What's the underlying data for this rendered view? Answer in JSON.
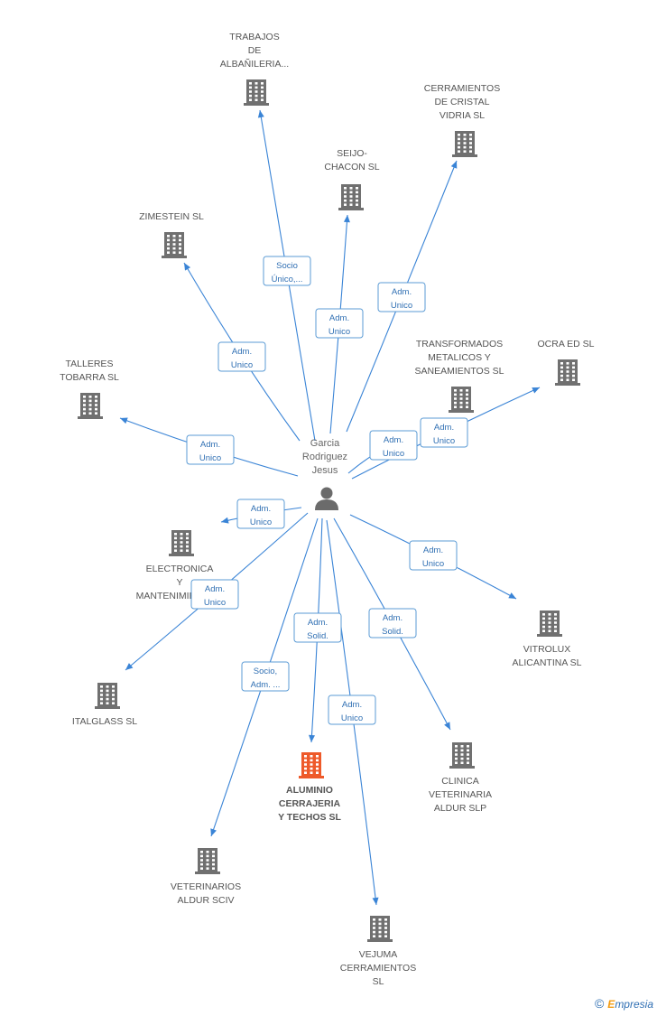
{
  "center": {
    "name_lines": [
      "Garcia",
      "Rodriguez",
      "Jesus"
    ]
  },
  "colors": {
    "building": "#707070",
    "highlight": "#ee5a2a",
    "edge": "#3a84d6",
    "person": "#6b6b6b"
  },
  "nodes": [
    {
      "id": "trabajos",
      "lines": [
        "TRABAJOS",
        "DE",
        "ALBAÑILERIA..."
      ],
      "main": false
    },
    {
      "id": "cerramientos",
      "lines": [
        "CERRAMIENTOS",
        "DE CRISTAL",
        "VIDRIA SL"
      ],
      "main": false
    },
    {
      "id": "seijo",
      "lines": [
        "SEIJO-",
        "CHACON SL"
      ],
      "main": false
    },
    {
      "id": "zimestein",
      "lines": [
        "ZIMESTEIN SL"
      ],
      "main": false
    },
    {
      "id": "transformados",
      "lines": [
        "TRANSFORMADOS",
        "METALICOS Y",
        "SANEAMIENTOS SL"
      ],
      "main": false
    },
    {
      "id": "ocra",
      "lines": [
        "OCRA ED SL"
      ],
      "main": false
    },
    {
      "id": "talleres",
      "lines": [
        "TALLERES",
        "TOBARRA SL"
      ],
      "main": false
    },
    {
      "id": "electronica",
      "lines": [
        "ELECTRONICA",
        "Y",
        "MANTENIMIENTO..."
      ],
      "main": false
    },
    {
      "id": "vitrolux",
      "lines": [
        "VITROLUX",
        "ALICANTINA SL"
      ],
      "main": false
    },
    {
      "id": "italglass",
      "lines": [
        "ITALGLASS SL"
      ],
      "main": false
    },
    {
      "id": "aluminio",
      "lines": [
        "ALUMINIO",
        "CERRAJERIA",
        "Y TECHOS SL"
      ],
      "main": true
    },
    {
      "id": "clinica",
      "lines": [
        "CLINICA",
        "VETERINARIA",
        "ALDUR SLP"
      ],
      "main": false
    },
    {
      "id": "veterinarios",
      "lines": [
        "VETERINARIOS",
        "ALDUR SCIV"
      ],
      "main": false
    },
    {
      "id": "vejuma",
      "lines": [
        "VEJUMA",
        "CERRAMIENTOS",
        "SL"
      ],
      "main": false
    }
  ],
  "edges": [
    {
      "to": "trabajos",
      "label": [
        "Socio",
        "Único,..."
      ]
    },
    {
      "to": "cerramientos",
      "label": [
        "Adm.",
        "Unico"
      ]
    },
    {
      "to": "seijo",
      "label": [
        "Adm.",
        "Unico"
      ]
    },
    {
      "to": "zimestein",
      "label": [
        "Adm.",
        "Unico"
      ]
    },
    {
      "to": "transformados",
      "label": [
        "Adm.",
        "Unico"
      ]
    },
    {
      "to": "ocra",
      "label": [
        "Adm.",
        "Unico"
      ]
    },
    {
      "to": "talleres",
      "label": [
        "Adm.",
        "Unico"
      ]
    },
    {
      "to": "electronica",
      "label": [
        "Adm.",
        "Unico"
      ]
    },
    {
      "to": "vitrolux",
      "label": [
        "Adm.",
        "Unico"
      ]
    },
    {
      "to": "italglass",
      "label": [
        "Adm.",
        "Unico"
      ]
    },
    {
      "to": "aluminio",
      "label": [
        "Adm.",
        "Solid."
      ]
    },
    {
      "to": "clinica",
      "label": [
        "Adm.",
        "Solid."
      ]
    },
    {
      "to": "veterinarios",
      "label": [
        "Socio,",
        "Adm. ..."
      ]
    },
    {
      "to": "vejuma",
      "label": [
        "Adm.",
        "Unico"
      ]
    }
  ],
  "footer": {
    "copyright": "©",
    "brand_e": "E",
    "brand_rest": "mpresia"
  }
}
